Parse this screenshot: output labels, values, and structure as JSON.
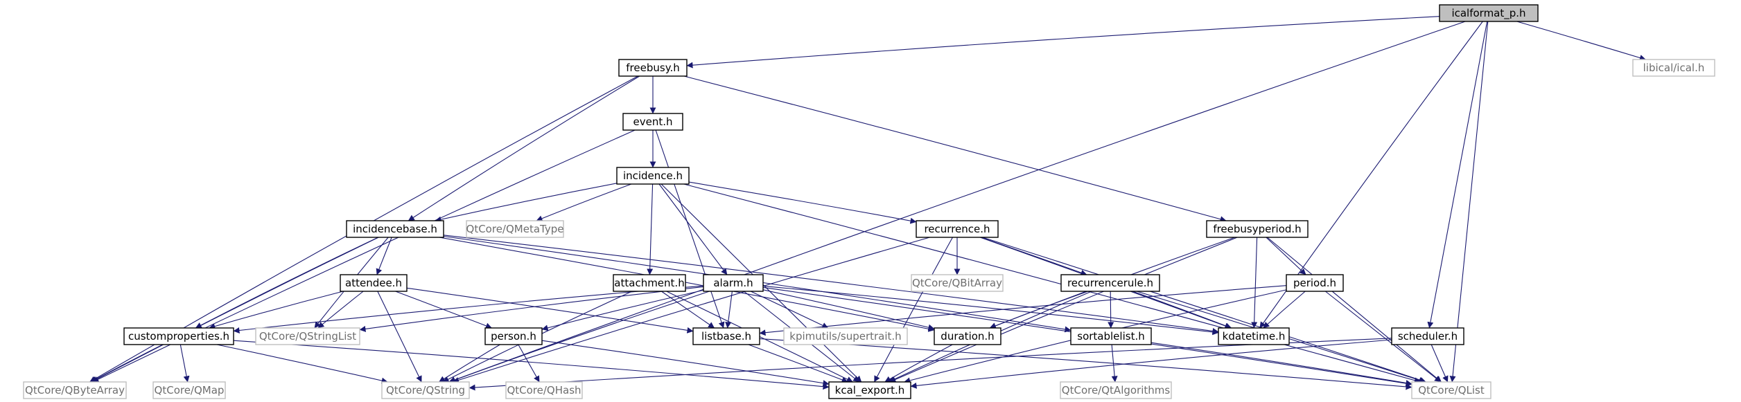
{
  "graph": {
    "nodes": [
      {
        "id": "icalformat_p",
        "label": "icalformat_p.h",
        "kind": "root"
      },
      {
        "id": "freebusy",
        "label": "freebusy.h",
        "kind": "normal"
      },
      {
        "id": "libical",
        "label": "libical/ical.h",
        "kind": "external"
      },
      {
        "id": "event",
        "label": "event.h",
        "kind": "normal"
      },
      {
        "id": "incidence",
        "label": "incidence.h",
        "kind": "normal"
      },
      {
        "id": "incidencebase",
        "label": "incidencebase.h",
        "kind": "normal"
      },
      {
        "id": "qmetatype",
        "label": "QtCore/QMetaType",
        "kind": "external"
      },
      {
        "id": "recurrence",
        "label": "recurrence.h",
        "kind": "normal"
      },
      {
        "id": "freebusyperiod",
        "label": "freebusyperiod.h",
        "kind": "normal"
      },
      {
        "id": "attendee",
        "label": "attendee.h",
        "kind": "normal"
      },
      {
        "id": "attachment",
        "label": "attachment.h",
        "kind": "normal"
      },
      {
        "id": "alarm",
        "label": "alarm.h",
        "kind": "normal"
      },
      {
        "id": "qbitarray",
        "label": "QtCore/QBitArray",
        "kind": "external"
      },
      {
        "id": "recurrencerule",
        "label": "recurrencerule.h",
        "kind": "normal"
      },
      {
        "id": "period",
        "label": "period.h",
        "kind": "normal"
      },
      {
        "id": "customproperties",
        "label": "customproperties.h",
        "kind": "normal"
      },
      {
        "id": "qstringlist",
        "label": "QtCore/QStringList",
        "kind": "external"
      },
      {
        "id": "person",
        "label": "person.h",
        "kind": "normal"
      },
      {
        "id": "listbase",
        "label": "listbase.h",
        "kind": "normal"
      },
      {
        "id": "supertrait",
        "label": "kpimutils/supertrait.h",
        "kind": "external"
      },
      {
        "id": "duration",
        "label": "duration.h",
        "kind": "normal"
      },
      {
        "id": "sortablelist",
        "label": "sortablelist.h",
        "kind": "normal"
      },
      {
        "id": "kdatetime",
        "label": "kdatetime.h",
        "kind": "normal"
      },
      {
        "id": "scheduler",
        "label": "scheduler.h",
        "kind": "normal"
      },
      {
        "id": "qbytearray",
        "label": "QtCore/QByteArray",
        "kind": "external"
      },
      {
        "id": "qmap",
        "label": "QtCore/QMap",
        "kind": "external"
      },
      {
        "id": "qstring",
        "label": "QtCore/QString",
        "kind": "external"
      },
      {
        "id": "qhash",
        "label": "QtCore/QHash",
        "kind": "external"
      },
      {
        "id": "kcal_export",
        "label": "kcal_export.h",
        "kind": "normal"
      },
      {
        "id": "qtalgorithms",
        "label": "QtCore/QtAlgorithms",
        "kind": "external"
      },
      {
        "id": "qlist",
        "label": "QtCore/QList",
        "kind": "external"
      }
    ],
    "edges": [
      [
        "icalformat_p",
        "freebusy"
      ],
      [
        "icalformat_p",
        "libical"
      ],
      [
        "icalformat_p",
        "qstring"
      ],
      [
        "icalformat_p",
        "kdatetime"
      ],
      [
        "icalformat_p",
        "scheduler"
      ],
      [
        "icalformat_p",
        "qlist"
      ],
      [
        "freebusy",
        "event"
      ],
      [
        "freebusy",
        "incidencebase"
      ],
      [
        "freebusy",
        "freebusyperiod"
      ],
      [
        "freebusy",
        "qbytearray"
      ],
      [
        "event",
        "incidence"
      ],
      [
        "event",
        "qbytearray"
      ],
      [
        "event",
        "listbase"
      ],
      [
        "incidence",
        "incidencebase"
      ],
      [
        "incidence",
        "qmetatype"
      ],
      [
        "incidence",
        "recurrence"
      ],
      [
        "incidence",
        "attachment"
      ],
      [
        "incidence",
        "alarm"
      ],
      [
        "incidence",
        "kcal_export"
      ],
      [
        "incidence",
        "qlist"
      ],
      [
        "incidencebase",
        "attendee"
      ],
      [
        "incidencebase",
        "customproperties"
      ],
      [
        "incidencebase",
        "qstringlist"
      ],
      [
        "incidencebase",
        "qbytearray"
      ],
      [
        "incidencebase",
        "duration"
      ],
      [
        "incidencebase",
        "kdatetime"
      ],
      [
        "incidencebase",
        "sortablelist"
      ],
      [
        "recurrence",
        "qbitarray"
      ],
      [
        "recurrence",
        "recurrencerule"
      ],
      [
        "recurrence",
        "qstring"
      ],
      [
        "recurrence",
        "kcal_export"
      ],
      [
        "recurrence",
        "kdatetime"
      ],
      [
        "recurrence",
        "qlist"
      ],
      [
        "freebusyperiod",
        "period"
      ],
      [
        "freebusyperiod",
        "duration"
      ],
      [
        "freebusyperiod",
        "kcal_export"
      ],
      [
        "freebusyperiod",
        "kdatetime"
      ],
      [
        "freebusyperiod",
        "qlist"
      ],
      [
        "attendee",
        "customproperties"
      ],
      [
        "attendee",
        "person"
      ],
      [
        "attendee",
        "listbase"
      ],
      [
        "attendee",
        "qstringlist"
      ],
      [
        "attendee",
        "qstring"
      ],
      [
        "attachment",
        "qstring"
      ],
      [
        "attachment",
        "kcal_export"
      ],
      [
        "attachment",
        "listbase"
      ],
      [
        "alarm",
        "customproperties"
      ],
      [
        "alarm",
        "person"
      ],
      [
        "alarm",
        "listbase"
      ],
      [
        "alarm",
        "supertrait"
      ],
      [
        "alarm",
        "duration"
      ],
      [
        "alarm",
        "kdatetime"
      ],
      [
        "alarm",
        "qstring"
      ],
      [
        "alarm",
        "kcal_export"
      ],
      [
        "alarm",
        "qstringlist"
      ],
      [
        "alarm",
        "qlist"
      ],
      [
        "recurrencerule",
        "sortablelist"
      ],
      [
        "recurrencerule",
        "kdatetime"
      ],
      [
        "recurrencerule",
        "kcal_export"
      ],
      [
        "recurrencerule",
        "duration"
      ],
      [
        "recurrencerule",
        "qlist"
      ],
      [
        "period",
        "kdatetime"
      ],
      [
        "period",
        "listbase"
      ],
      [
        "period",
        "kcal_export"
      ],
      [
        "period",
        "qlist"
      ],
      [
        "customproperties",
        "qbytearray"
      ],
      [
        "customproperties",
        "qmap"
      ],
      [
        "customproperties",
        "qstring"
      ],
      [
        "customproperties",
        "kcal_export"
      ],
      [
        "person",
        "qstring"
      ],
      [
        "person",
        "qhash"
      ],
      [
        "person",
        "kcal_export"
      ],
      [
        "listbase",
        "kcal_export"
      ],
      [
        "listbase",
        "qlist"
      ],
      [
        "duration",
        "kcal_export"
      ],
      [
        "sortablelist",
        "qtalgorithms"
      ],
      [
        "sortablelist",
        "qlist"
      ],
      [
        "scheduler",
        "qstring"
      ],
      [
        "scheduler",
        "kcal_export"
      ],
      [
        "scheduler",
        "qlist"
      ]
    ]
  }
}
